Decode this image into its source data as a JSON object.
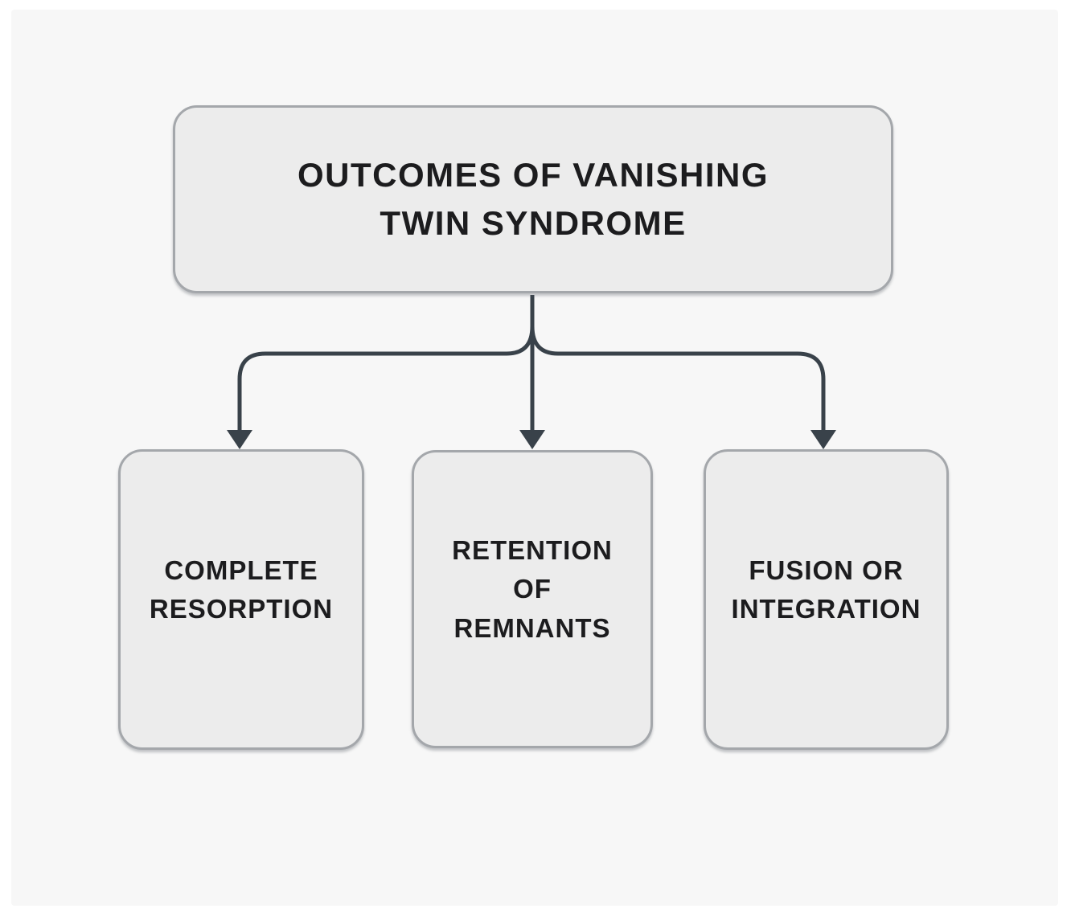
{
  "diagram": {
    "type": "flowchart",
    "direction": "top-down",
    "root": {
      "id": "outcomes-of-vanishing-twin-syndrome",
      "label": "OUTCOMES OF VANISHING TWIN SYNDROME",
      "lines": [
        "OUTCOMES OF VANISHING",
        "TWIN SYNDROME"
      ]
    },
    "children": [
      {
        "id": "complete-resorption",
        "label": "COMPLETE RESORPTION",
        "lines": [
          "COMPLETE",
          "RESORPTION"
        ]
      },
      {
        "id": "retention-of-remnants",
        "label": "RETENTION OF REMNANTS",
        "lines": [
          "RETENTION",
          "OF",
          "REMNANTS"
        ]
      },
      {
        "id": "fusion-or-integration",
        "label": "FUSION OR INTEGRATION",
        "lines": [
          "FUSION OR",
          "INTEGRATION"
        ]
      }
    ],
    "edges": [
      {
        "from": "outcomes-of-vanishing-twin-syndrome",
        "to": "complete-resorption",
        "arrow": "down"
      },
      {
        "from": "outcomes-of-vanishing-twin-syndrome",
        "to": "retention-of-remnants",
        "arrow": "down"
      },
      {
        "from": "outcomes-of-vanishing-twin-syndrome",
        "to": "fusion-or-integration",
        "arrow": "down"
      }
    ]
  },
  "colors": {
    "page_background": "#ffffff",
    "panel_background": "#f7f7f7",
    "box_fill": "#ececec",
    "box_border": "#a4a7ab",
    "connector": "#39424a",
    "text": "#1c1c1e"
  }
}
